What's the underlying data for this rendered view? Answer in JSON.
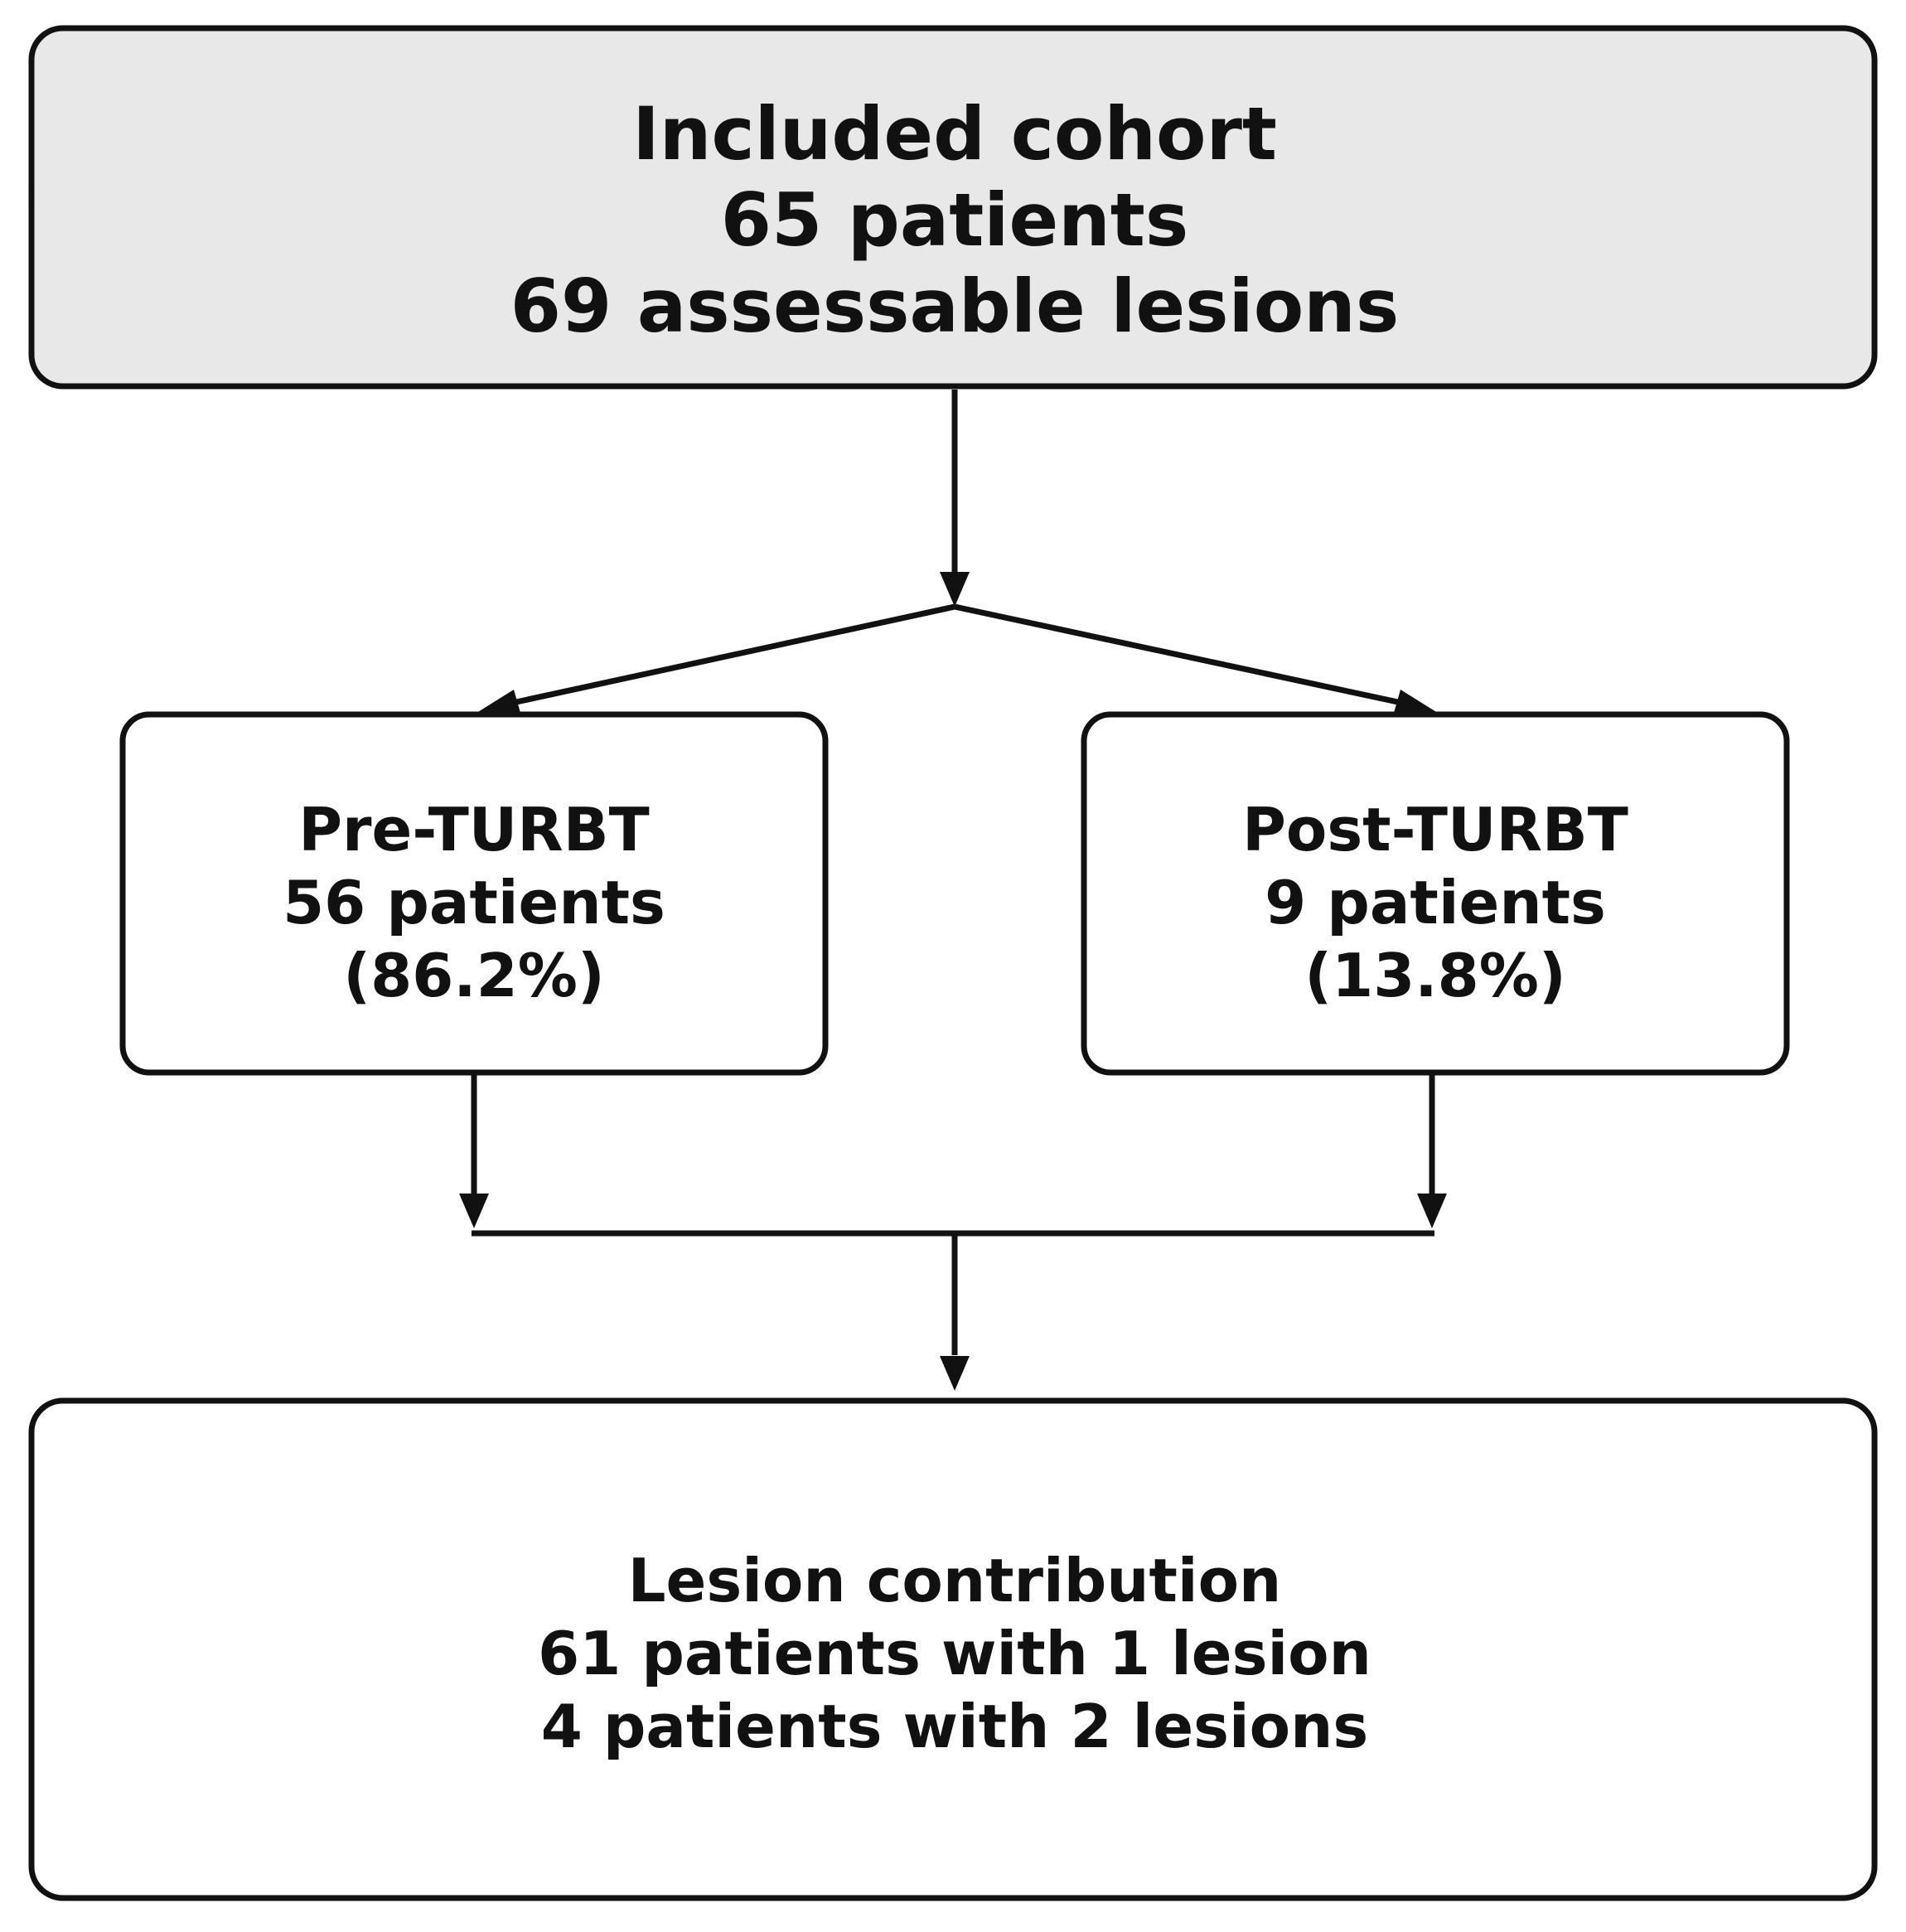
{
  "nodes": {
    "cohort": {
      "lines": [
        "Included cohort",
        "65 patients",
        "69 assessable lesions"
      ]
    },
    "pre_turbt": {
      "lines": [
        "Pre-TURBT",
        "56 patients",
        "(86.2%)"
      ]
    },
    "post_turbt": {
      "lines": [
        "Post-TURBT",
        "9 patients",
        "(13.8%)"
      ]
    },
    "lesion_contribution": {
      "lines": [
        "Lesion contribution",
        "61 patients with 1 lesion",
        "4 patients with 2 lesions"
      ]
    }
  },
  "edges": [
    {
      "from": "cohort",
      "to": "pre_turbt"
    },
    {
      "from": "cohort",
      "to": "post_turbt"
    },
    {
      "from": "pre_turbt",
      "to": "lesion_contribution"
    },
    {
      "from": "post_turbt",
      "to": "lesion_contribution"
    }
  ],
  "colors": {
    "stroke": "#111111",
    "cohort_fill": "#e8e8e8",
    "box_fill": "#ffffff"
  }
}
